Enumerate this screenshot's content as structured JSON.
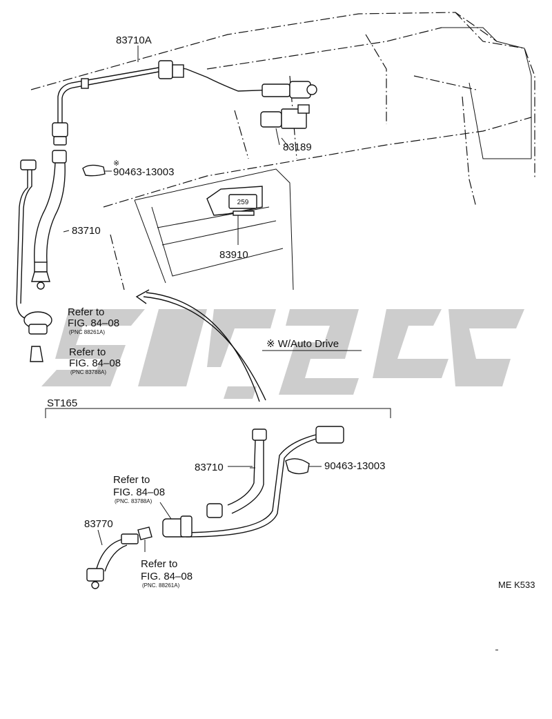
{
  "labels": {
    "cable_upper": "83710A",
    "connector": "83189",
    "clip_mark": "※",
    "clip_upper": "90463-13003",
    "cable_main": "83710",
    "meter": "83910",
    "refer_1": {
      "refer": "Refer to",
      "fig": "FIG. 84–08",
      "pnc": "(PNC 88261A)"
    },
    "refer_2": {
      "refer": "Refer to",
      "fig": "FIG. 84–08",
      "pnc": "(PNC 83788A)"
    },
    "auto_drive": "※ W/Auto Drive",
    "model": "ST165",
    "cable_lower": "83710",
    "clip_lower": "90463-13003",
    "refer_3": {
      "refer": "Refer to",
      "fig": "FIG. 84–08",
      "pnc": "(PNC. 83788A)"
    },
    "driven_gear": "83770",
    "refer_4": {
      "refer": "Refer to",
      "fig": "FIG. 84–08",
      "pnc": "(PNC. 88261A)"
    },
    "figure_code": "ME K533",
    "display_digits": "259"
  },
  "watermark": {
    "color": "#c8c8c8"
  }
}
